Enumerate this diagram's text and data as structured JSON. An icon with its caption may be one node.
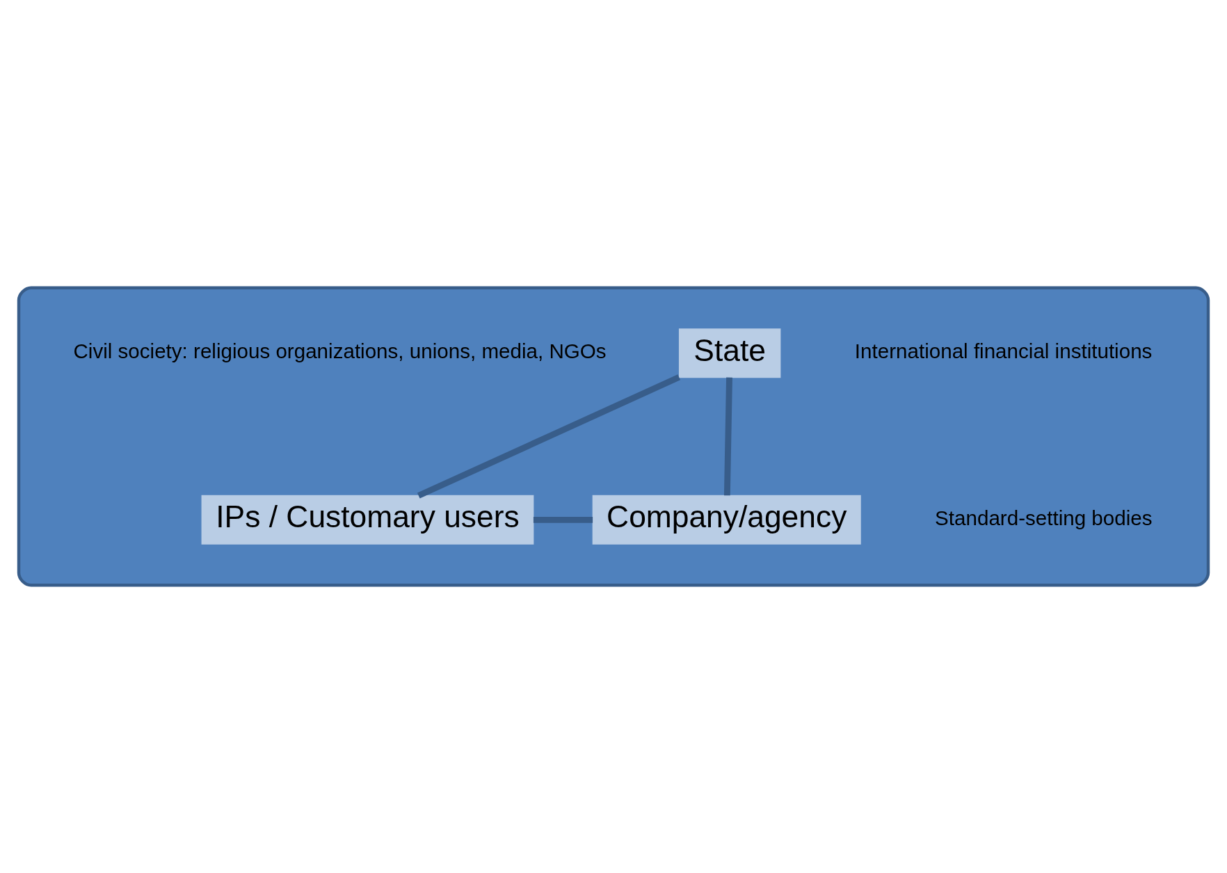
{
  "diagram": {
    "nodes": [
      {
        "text": [],
        "shape": "ellipse"
      },
      {
        "text": [
          "State"
        ],
        "in": 0
      },
      {
        "text": [
          "IPs / Customary users"
        ],
        "in": 0
      },
      {
        "text": [
          "Company/agency"
        ],
        "in": 0
      }
    ],
    "edges": [
      {
        "from": 1,
        "to": 2,
        "arrow": "none"
      },
      {
        "from": 1,
        "to": 3,
        "arrow": "none"
      },
      {
        "from": 2,
        "to": 3,
        "arrow": "none"
      }
    ],
    "labels": [
      "International financial institutions",
      "Civil society: religious organizations, unions, media, NGOs",
      "Standard-setting bodies"
    ]
  }
}
